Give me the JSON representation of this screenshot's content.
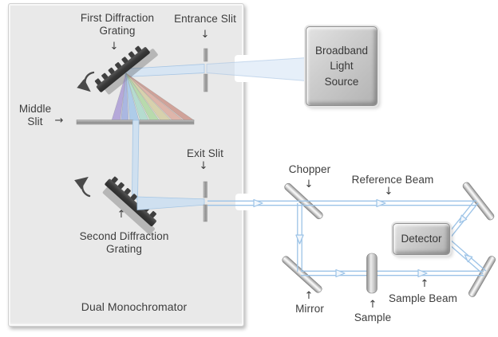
{
  "monochromator": {
    "label": "Dual Monochromator",
    "first_grating": "First Diffraction Grating",
    "second_grating": "Second Diffraction Grating",
    "entrance_slit": "Entrance Slit",
    "middle_slit": "Middle Slit",
    "exit_slit": "Exit Slit"
  },
  "source": {
    "label": "Broadband Light Source"
  },
  "detector": {
    "label": "Detector"
  },
  "optics": {
    "chopper": "Chopper",
    "mirror": "Mirror",
    "sample": "Sample",
    "reference_beam": "Reference Beam",
    "sample_beam": "Sample Beam"
  },
  "icons": {
    "down_arrow": "↓",
    "up_arrow": "↑",
    "right_arrow": "→"
  },
  "colors": {
    "beam_line": "#9cc3e7",
    "beam_fill": "#d5e4f3",
    "panel": "#e9e9e9",
    "grating": "#3f3f3f",
    "text": "#3d3d3d",
    "spectrum": [
      "#a897d4",
      "#9aaade",
      "#9fc4e8",
      "#a8d8c8",
      "#abd69e",
      "#d2cb9e",
      "#dba89a",
      "#c99084"
    ]
  }
}
